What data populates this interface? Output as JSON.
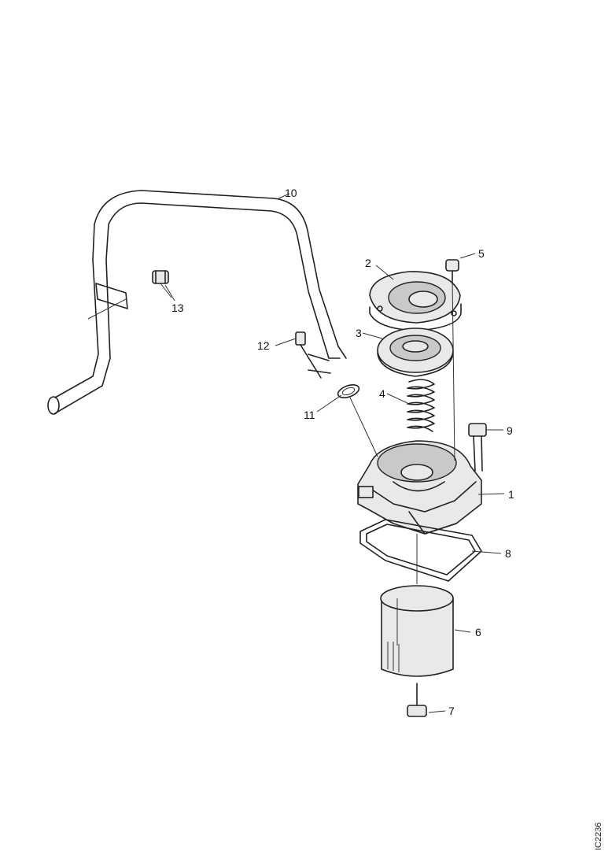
{
  "callouts": [
    {
      "id": "1",
      "label": "1"
    },
    {
      "id": "2",
      "label": "2"
    },
    {
      "id": "3",
      "label": "3"
    },
    {
      "id": "4",
      "label": "4"
    },
    {
      "id": "5",
      "label": "5"
    },
    {
      "id": "6",
      "label": "6"
    },
    {
      "id": "7",
      "label": "7"
    },
    {
      "id": "8",
      "label": "8"
    },
    {
      "id": "9",
      "label": "9"
    },
    {
      "id": "10",
      "label": "10"
    },
    {
      "id": "11",
      "label": "11"
    },
    {
      "id": "12",
      "label": "12"
    },
    {
      "id": "13",
      "label": "13"
    }
  ],
  "drawing_ref": "IC2236"
}
